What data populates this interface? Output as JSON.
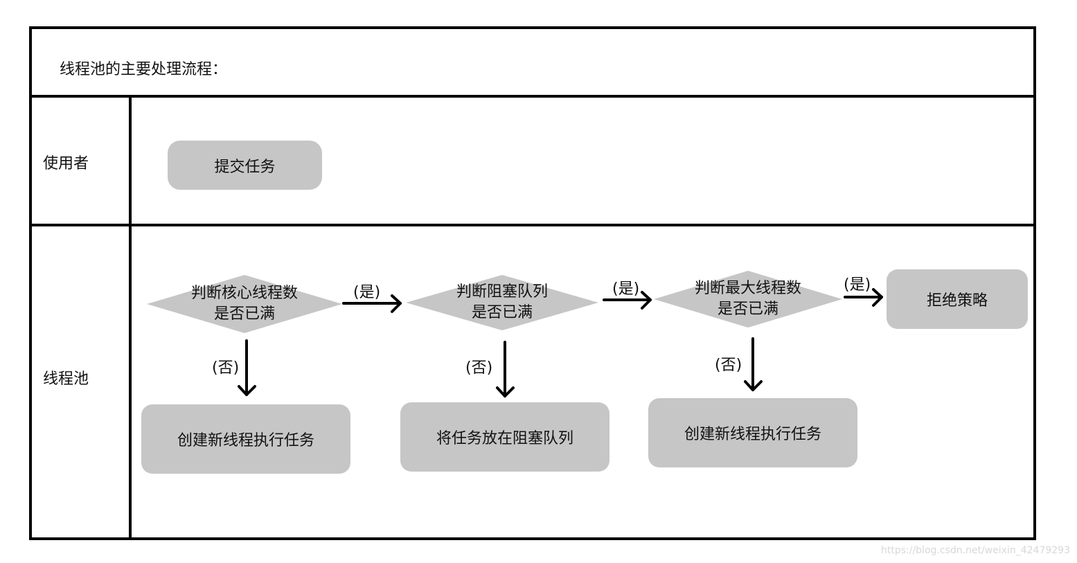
{
  "title": "线程池的主要处理流程：",
  "lanes": {
    "user": "使用者",
    "pool": "线程池"
  },
  "nodes": {
    "submit": "提交任务",
    "core_check_line1": "判断核心线程数",
    "core_check_line2": "是否已满",
    "queue_check_line1": "判断阻塞队列",
    "queue_check_line2": "是否已满",
    "max_check_line1": "判断最大线程数",
    "max_check_line2": "是否已满",
    "reject": "拒绝策略",
    "create_core": "创建新线程执行任务",
    "enqueue": "将任务放在阻塞队列",
    "create_max": "创建新线程执行任务"
  },
  "edges": {
    "yes_label": "(是)",
    "no_label": "(否)"
  },
  "watermark": "https://blog.csdn.net/weixin_42479293",
  "colors": {
    "shape_fill": "#c6c6c6",
    "line": "#000000"
  }
}
